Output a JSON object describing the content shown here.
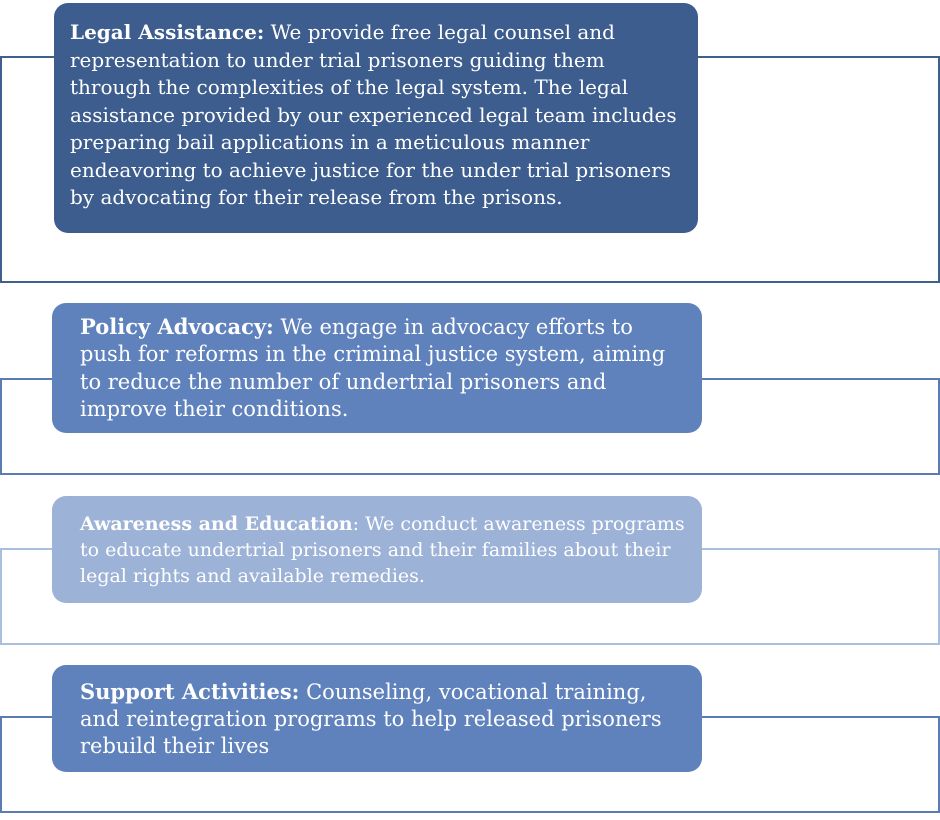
{
  "blocks": [
    {
      "title": "Legal Assistance:",
      "text": " We provide free legal counsel and representation to under trial prisoners guiding them through the complexities of the legal system. The legal assistance provided by our experienced legal team includes preparing bail applications in a meticulous manner endeavoring to achieve justice for the under trial prisoners by advocating for their release from the prisons.",
      "color": "#3c5d8d"
    },
    {
      "title": "Policy Advocacy:",
      "text": " We engage in advocacy efforts to push for reforms in the criminal justice system, aiming to reduce the number of undertrial prisoners and improve their conditions.",
      "color": "#5f82bd"
    },
    {
      "title": "Awareness and Education",
      "text": ": We conduct awareness programs to educate undertrial prisoners and their families about their legal rights and available remedies.",
      "color": "#9db2d7"
    },
    {
      "title": "Support Activities:",
      "text": " Counseling, vocational training, and reintegration programs to help released prisoners rebuild their lives",
      "color": "#5f82bd"
    }
  ]
}
